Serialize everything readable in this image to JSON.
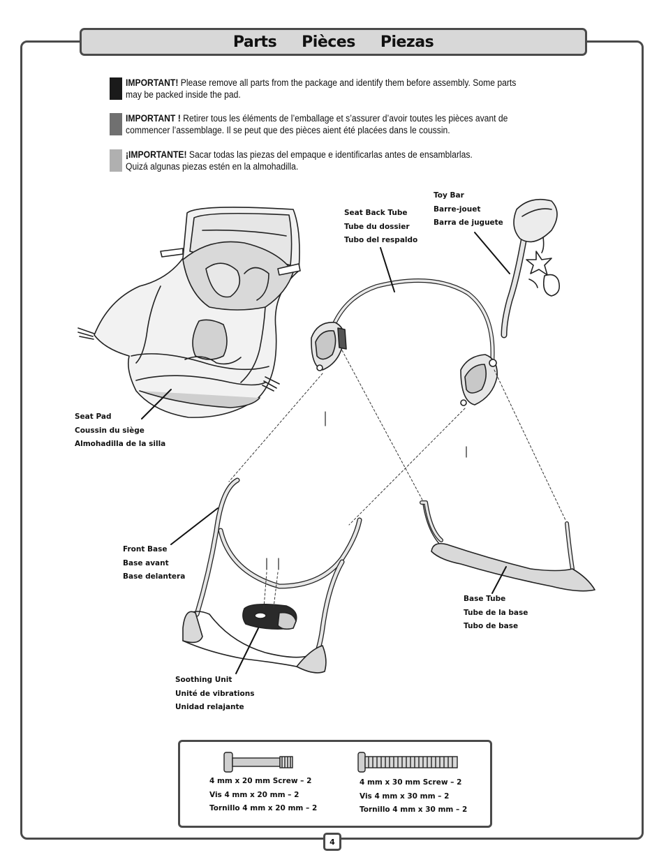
{
  "title": {
    "words": [
      "Parts",
      "Pièces",
      "Piezas"
    ]
  },
  "notices": [
    {
      "color": "#1a1a1a",
      "heading": "IMPORTANT!",
      "line1": " Please remove all parts from the package and identify them before assembly. Some parts",
      "line2": "may be packed inside the pad."
    },
    {
      "color": "#707070",
      "heading": "IMPORTANT !",
      "line1": " Retirer tous les éléments de l’emballage et s’assurer d’avoir toutes les pièces avant de",
      "line2": "commencer l’assemblage. Il se peut que des pièces aient été placées dans le coussin."
    },
    {
      "color": "#b0b0b0",
      "heading": "¡IMPORTANTE!",
      "line1": " Sacar todas las piezas del empaque e identificarlas antes de ensamblarlas.",
      "line2": "Quizá algunas piezas estén en la almohadilla."
    }
  ],
  "parts": {
    "toy_bar": [
      "Toy Bar",
      "Barre-jouet",
      "Barra de juguete"
    ],
    "seat_back_tube": [
      "Seat Back Tube",
      "Tube du dossier",
      "Tubo del respaldo"
    ],
    "seat_pad": [
      "Seat Pad",
      "Coussin du siège",
      "Almohadilla de la silla"
    ],
    "front_base": [
      "Front Base",
      "Base avant",
      "Base delantera"
    ],
    "base_tube": [
      "Base Tube",
      "Tube de la base",
      "Tubo de base"
    ],
    "soothing_unit": [
      "Soothing Unit",
      "Unité de vibrations",
      "Unidad relajante"
    ]
  },
  "hardware": {
    "screw_20": [
      "4 mm x 20 mm Screw – 2",
      "Vis 4 mm x 20 mm – 2",
      "Tornillo 4 mm x 20 mm – 2"
    ],
    "screw_30": [
      "4 mm x 30 mm Screw – 2",
      "Vis 4 mm x 30 mm – 2",
      "Tornillo 4 mm x 30 mm – 2"
    ]
  },
  "page_number": "4",
  "colors": {
    "frame": "#4a4a4a",
    "title_fill": "#d8d8d8",
    "part_shade": "#d9d9d9"
  }
}
